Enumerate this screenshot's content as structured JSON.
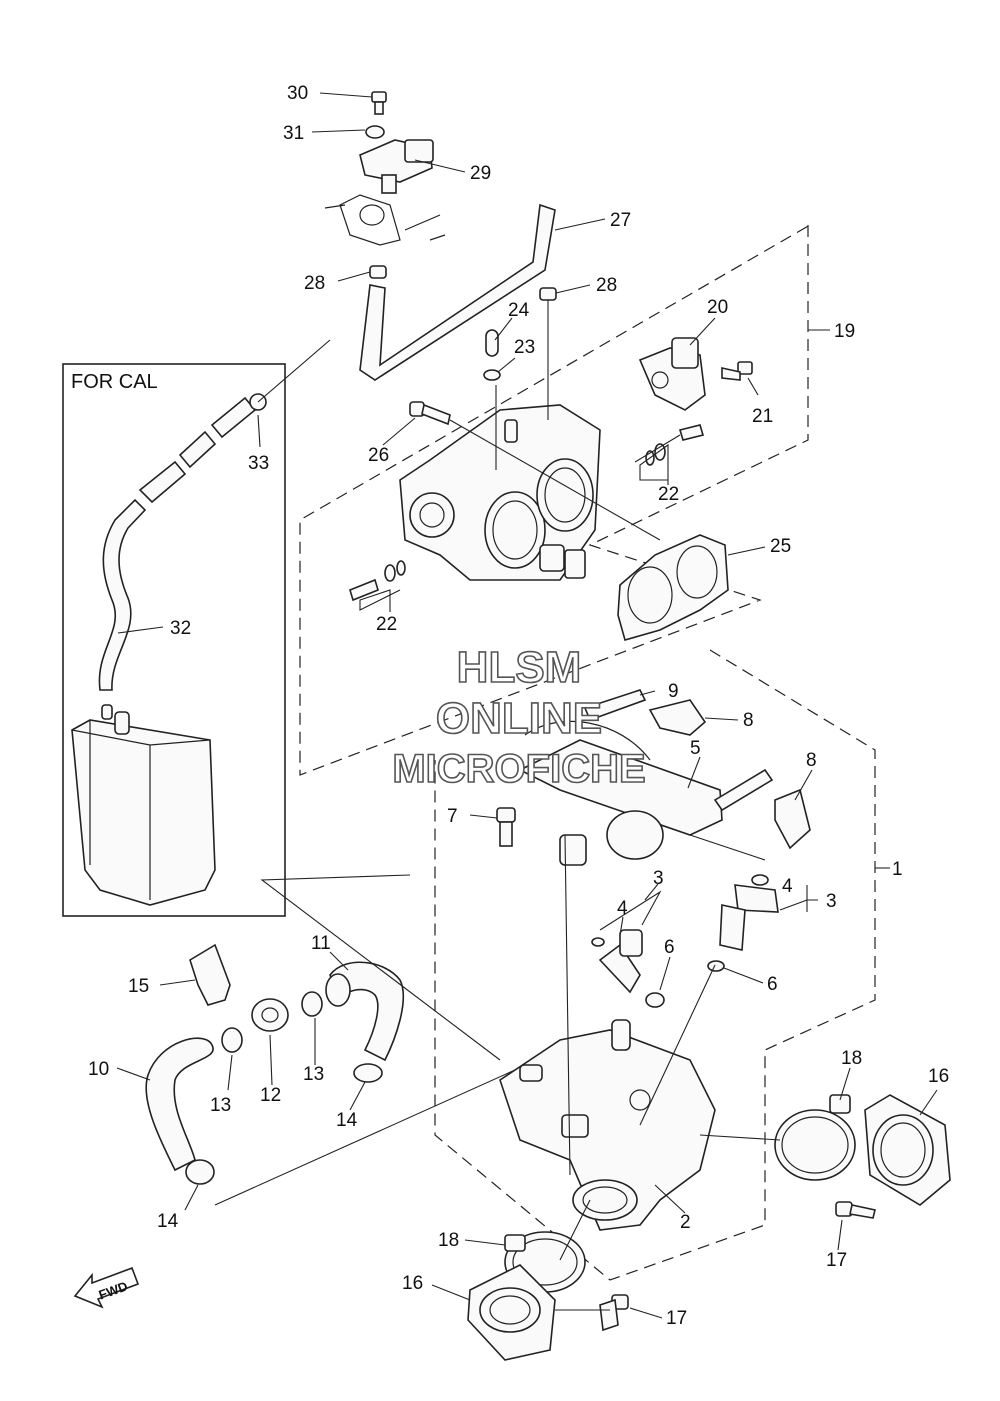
{
  "box": {
    "title": "FOR CAL"
  },
  "watermark": {
    "line1": "HLSM",
    "line2": "ONLINE",
    "line3": "MICROFICHE"
  },
  "fwd_label": "FWD",
  "callouts": [
    "30",
    "31",
    "29",
    "27",
    "28",
    "28",
    "24",
    "23",
    "20",
    "19",
    "21",
    "26",
    "22",
    "22",
    "25",
    "33",
    "32",
    "9",
    "8",
    "5",
    "8",
    "7",
    "1",
    "3",
    "4",
    "3",
    "4",
    "6",
    "6",
    "15",
    "11",
    "12",
    "13",
    "13",
    "10",
    "14",
    "14",
    "18",
    "16",
    "2",
    "17",
    "18",
    "16",
    "17"
  ]
}
